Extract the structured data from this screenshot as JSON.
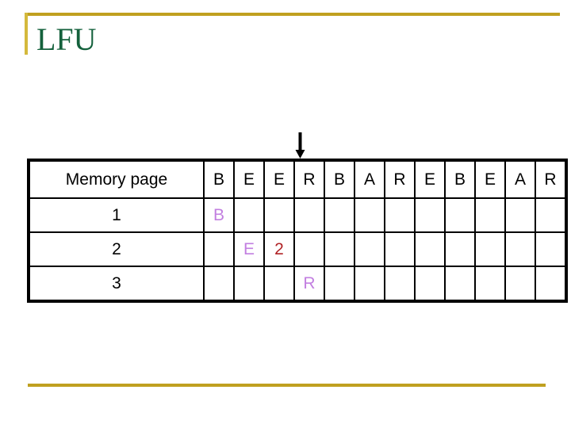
{
  "slide": {
    "title": "LFU",
    "title_color": "#14613C",
    "accent_color": "#C0A020"
  },
  "pointer": {
    "icon": "down-arrow-icon",
    "points_to_column_index": 3,
    "points_to_column_label": "R"
  },
  "table": {
    "label_header": "Memory page",
    "reference_string": [
      "B",
      "E",
      "E",
      "R",
      "B",
      "A",
      "R",
      "E",
      "B",
      "E",
      "A",
      "R"
    ],
    "row_labels": [
      "1",
      "2",
      "3"
    ],
    "cells": [
      [
        {
          "text": "B",
          "color": "#C27FE0"
        },
        {
          "text": "",
          "color": ""
        },
        {
          "text": "",
          "color": ""
        },
        {
          "text": "",
          "color": ""
        },
        {
          "text": "",
          "color": ""
        },
        {
          "text": "",
          "color": ""
        },
        {
          "text": "",
          "color": ""
        },
        {
          "text": "",
          "color": ""
        },
        {
          "text": "",
          "color": ""
        },
        {
          "text": "",
          "color": ""
        },
        {
          "text": "",
          "color": ""
        },
        {
          "text": "",
          "color": ""
        }
      ],
      [
        {
          "text": "",
          "color": ""
        },
        {
          "text": "E",
          "color": "#C27FE0"
        },
        {
          "text": "2",
          "color": "#B02225"
        },
        {
          "text": "",
          "color": ""
        },
        {
          "text": "",
          "color": ""
        },
        {
          "text": "",
          "color": ""
        },
        {
          "text": "",
          "color": ""
        },
        {
          "text": "",
          "color": ""
        },
        {
          "text": "",
          "color": ""
        },
        {
          "text": "",
          "color": ""
        },
        {
          "text": "",
          "color": ""
        },
        {
          "text": "",
          "color": ""
        }
      ],
      [
        {
          "text": "",
          "color": ""
        },
        {
          "text": "",
          "color": ""
        },
        {
          "text": "",
          "color": ""
        },
        {
          "text": "R",
          "color": "#C27FE0"
        },
        {
          "text": "",
          "color": ""
        },
        {
          "text": "",
          "color": ""
        },
        {
          "text": "",
          "color": ""
        },
        {
          "text": "",
          "color": ""
        },
        {
          "text": "",
          "color": ""
        },
        {
          "text": "",
          "color": ""
        },
        {
          "text": "",
          "color": ""
        },
        {
          "text": "",
          "color": ""
        }
      ]
    ]
  }
}
